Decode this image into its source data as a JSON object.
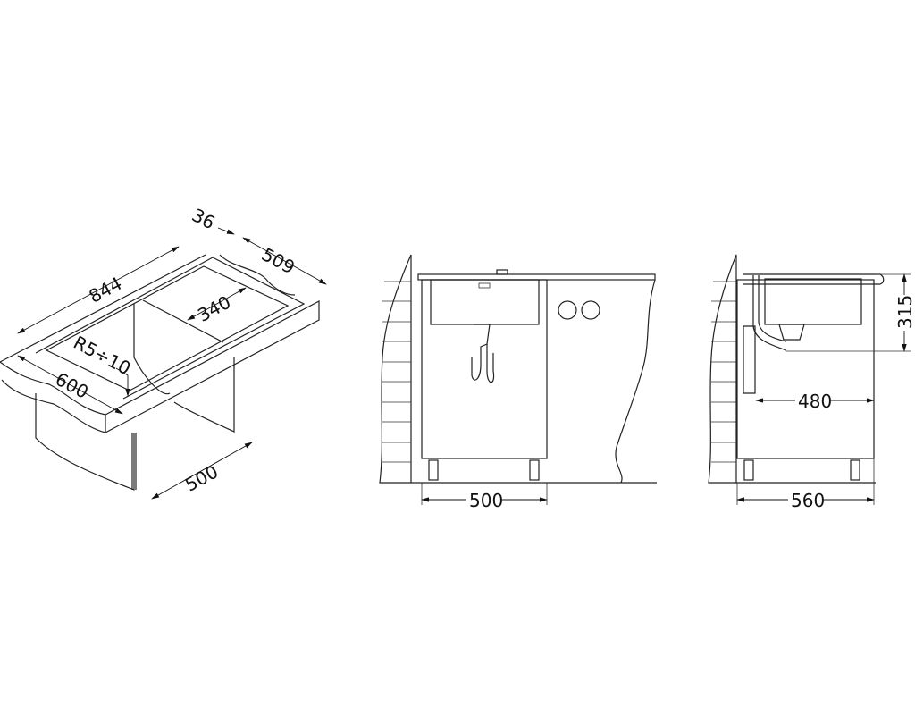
{
  "drawing": {
    "isometric_view": {
      "dim_length": "844",
      "dim_flange": "36",
      "dim_depth_outer": "509",
      "dim_bowl_width": "340",
      "dim_radius": "R5÷10",
      "dim_cabinet_depth": "600",
      "dim_cabinet_width": "500"
    },
    "front_view": {
      "dim_cabinet_width": "500"
    },
    "side_view": {
      "dim_bowl_height": "315",
      "dim_inner_depth": "480",
      "dim_cabinet_depth": "560"
    }
  }
}
